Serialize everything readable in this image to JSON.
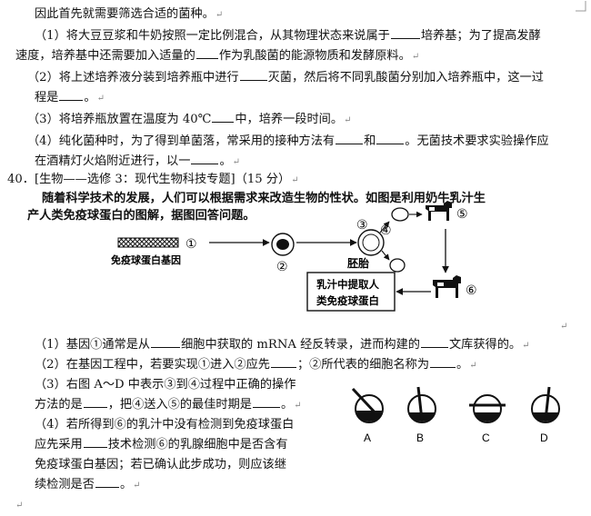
{
  "return_mark": "↵",
  "lines": {
    "l1": "因此首先就需要筛选合适的菌种。",
    "l2a": "（1）将大豆豆浆和牛奶按照一定比例混合，从其物理状态来说属于",
    "l2b": "培养基；为了提高发酵",
    "l3a": "速度，培养基中还需要加入适量的",
    "l3b": "作为乳酸菌的能源物质和发酵原料。",
    "l4a": "（2）将上述培养液分装到培养瓶中进行",
    "l4b": "灭菌，然后将不同乳酸菌分别加入培养瓶中，这一过",
    "l5a": "程是",
    "l5b": "。",
    "l6a": "（3）将培养瓶放置在温度为 40℃",
    "l6b": "中，培养一段时间。",
    "l7a": "（4）纯化菌种时，为了得到单菌落，常采用的接种方法有",
    "l7b": "和",
    "l7c": "。无菌技术要求实验操作应",
    "l8a": "在酒精灯火焰附近进行，以一",
    "l8b": "。",
    "q40": "40．[生物——选修 3：现代生物科技专题]（15 分）",
    "intro1": "随着科学技术的发展，人们可以根据需求来改造生物的性状。如图是利用奶牛乳汁生",
    "intro2": "产人类免疫球蛋白的图解，据图回答问题。",
    "s1a": "（1）基因①通常是从",
    "s1b": "细胞中获取的 mRNA 经反转录，进而构建的",
    "s1c": "文库获得的。",
    "s2a": "（2）在基因工程中，若要实现①进入②应先",
    "s2b": "；②所代表的细胞名称为",
    "s2c": "。",
    "s3a": "（3）右图 A～D 中表示③到④过程中正确的操作",
    "s3b": "方法的是",
    "s3c": "，把④送入⑤的最佳时期是",
    "s3d": "。",
    "s4a": "（4）若所得到⑥的乳汁中没有检测到免疫球蛋白",
    "s4b": "应先采用",
    "s4c": "技术检测⑥的乳腺细胞中是否含有",
    "s4d": "免疫球蛋白基因；若已确认此步成功，则应该继",
    "s4e": "续检测是否",
    "s4f": "。"
  },
  "figure1": {
    "n1": "①",
    "gene_label": "免疫球蛋白基因",
    "n2": "②",
    "n3": "③",
    "n4": "④",
    "embryo_label": "胚胎",
    "n5": "⑤",
    "n6": "⑥",
    "box_line1": "乳汁中提取人",
    "box_line2": "类免疫球蛋白"
  },
  "figure2": {
    "labels": [
      "A",
      "B",
      "C",
      "D"
    ]
  }
}
